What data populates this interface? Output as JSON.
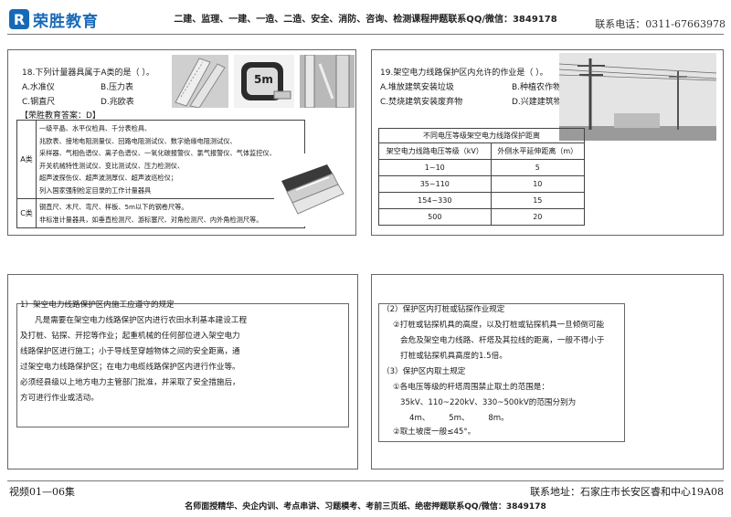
{
  "header": {
    "logo_mark": "R",
    "logo_text": "荣胜教育",
    "banner": "二建、监理、一建、一造、二造、安全、消防、咨询、检测课程押题联系QQ/微信：3849178",
    "phone": "联系电话：0311-67663978"
  },
  "q18": {
    "question": "18.下列计量器具属于A类的是（ ）。",
    "options": [
      "A.水准仪",
      "B.压力表",
      "C.钢直尺",
      "D.兆欧表"
    ],
    "answer": "【荣胜教育答案：D】",
    "table": [
      {
        "cat": "A类",
        "lines": [
          "一级平晶、水平仪检具、千分表检具、",
          "兆欧表、接地电阻测量仪、回路电阻测试仪、数字绝缘电阻测试仪、",
          "采样器、气相色谱仪、离子色谱仪、一氧化碳报警仪、氯气报警仪、气体监控仪、",
          "开关机械特性测试仪、变比测试仪、压力检测仪、",
          "超声波探伤仪、超声波测厚仪、超声波巡检仪；",
          "列入国家强制检定目录的工作计量器具"
        ]
      },
      {
        "cat": "C类",
        "lines": [
          "钢直尺、木尺、弯尺、样板、5m以下的钢卷尺等。",
          "非标准计量器具，如垂直检测尺、游标塞尺、对角检测尺、内外角检测尺等。"
        ]
      }
    ],
    "tape_label": "5m"
  },
  "q19": {
    "question": "19.架空电力线路保护区内允许的作业是（ ）。",
    "options": [
      "A.堆放建筑安装垃圾",
      "B.种植农作物",
      "C.焚烧建筑安装废弃物",
      "D.兴建建筑物"
    ],
    "table_title": "不同电压等级架空电力线路保护距离",
    "headers": [
      "架空电力线路电压等级（kV）",
      "外侧水平延伸距离（m）"
    ],
    "rows": [
      [
        "1~10",
        "5"
      ],
      [
        "35~110",
        "10"
      ],
      [
        "154~330",
        "15"
      ],
      [
        "500",
        "20"
      ]
    ]
  },
  "bottom_left": {
    "title": "1）架空电力线路保护区内施工应遵守的规定",
    "lines": [
      "凡是需要在架空电力线路保护区内进行农田水利基本建设工程",
      "及打桩、钻探、开挖等作业；起重机械的任何部位进入架空电力",
      "线路保护区进行施工；小于导线至穿越物体之间的安全距离，通",
      "过架空电力线路保护区；在电力电缆线路保护区内进行作业等。",
      "必须经县级以上地方电力主管部门批准，并采取了安全措施后，",
      "方可进行作业或活动。"
    ]
  },
  "bottom_right": {
    "lines": [
      "（2）保护区内打桩或钻探作业规定",
      "②打桩或钻探机具的高度，以及打桩或钻探机具一旦倾倒可能",
      "会危及架空电力线路、杆塔及其拉线的距离，一般不得小于",
      "打桩或钻探机具高度的1.5倍。",
      "（3）保护区内取土规定",
      "①各电压等级的杆塔周围禁止取土的范围是：",
      "35kV、110~220kV、330~500kV的范围分别为",
      "4m、 5m、 8m。",
      "②取土坡度一般≤45°。"
    ]
  },
  "footer": {
    "left": "视频01—06集",
    "right": "联系地址：石家庄市长安区睿和中心19A08",
    "banner": "名师面授精华、央企内训、考点串讲、习题模考、考前三页纸、绝密押题联系QQ/微信：3849178"
  }
}
